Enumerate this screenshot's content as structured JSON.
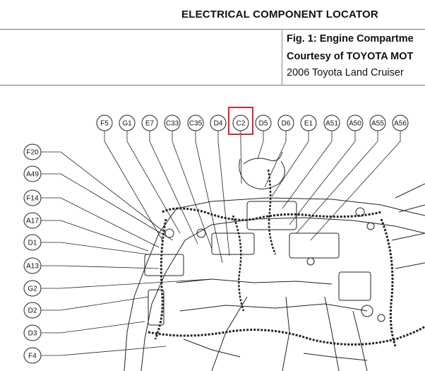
{
  "header": {
    "title": "ELECTRICAL COMPONENT LOCATOR"
  },
  "figure": {
    "caption_line1": "Fig. 1: Engine Compartme",
    "caption_line2": "Courtesy of TOYOTA MOT",
    "caption_line3": "2006 Toyota Land Cruiser"
  },
  "connectors_top": [
    "F5",
    "G1",
    "E7",
    "C33",
    "C35",
    "D4",
    "C2",
    "D5",
    "D6",
    "E1",
    "A51",
    "A50",
    "A55",
    "A56"
  ],
  "connectors_left": [
    "F20",
    "A49",
    "F14",
    "A17",
    "D1",
    "A13",
    "G2",
    "D2",
    "D3",
    "F4"
  ],
  "highlighted_connector": "C2",
  "colors": {
    "highlight": "#d6282b",
    "line": "#222222",
    "rule": "#777777"
  }
}
